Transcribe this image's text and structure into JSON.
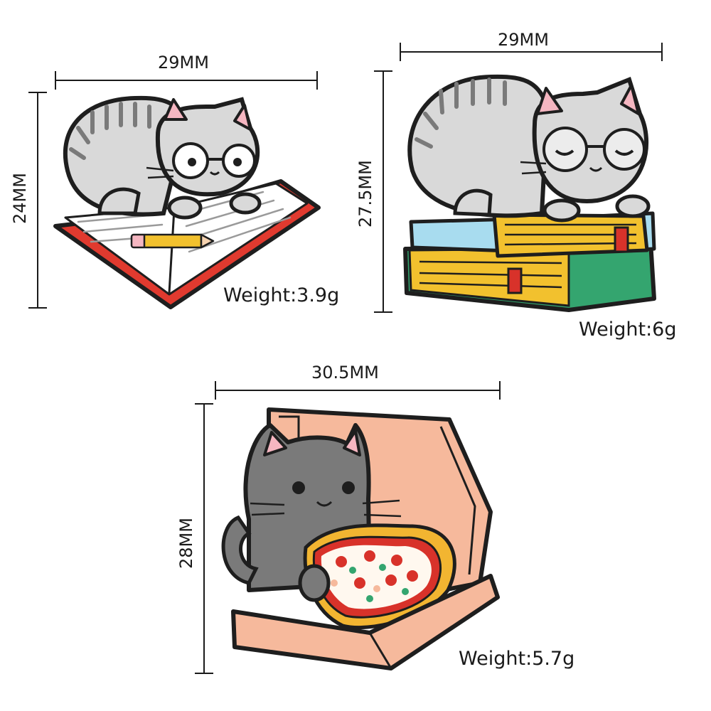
{
  "products": [
    {
      "id": "cat-on-notebook",
      "width": "29MM",
      "height": "24MM",
      "weight": "Weight:3.9g"
    },
    {
      "id": "cat-on-books",
      "width": "29MM",
      "height": "27.5MM",
      "weight": "Weight:6g"
    },
    {
      "id": "cat-in-pizza-box",
      "width": "30.5MM",
      "height": "28MM",
      "weight": "Weight:5.7g"
    }
  ],
  "colors": {
    "outline": "#1e1e1e",
    "cat_gray_light": "#d9d9d9",
    "cat_gray_dark": "#7a7a7a",
    "ear_pink": "#f5b6c1",
    "notebook_red": "#e03a2f",
    "book_yellow": "#f2c12e",
    "book_green": "#34a56f",
    "book_blue": "#a8dcef",
    "bookmark_red": "#d8322a",
    "box_peach": "#f6b99c",
    "pizza_crust": "#f2b531",
    "pizza_sauce": "#d8322a"
  },
  "icons": [
    "cat-notebook-pin-icon",
    "cat-books-pin-icon",
    "cat-pizza-pin-icon"
  ]
}
